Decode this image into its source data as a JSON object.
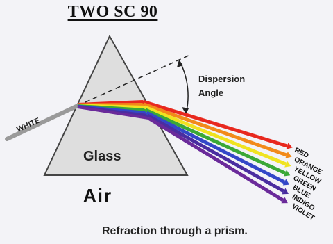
{
  "title": "TWO SC 90",
  "labels": {
    "incident": "WHITE",
    "prism": "Glass",
    "medium": "Air",
    "dispersion_line1": "Dispersion",
    "dispersion_line2": "Angle"
  },
  "spectrum": [
    {
      "name": "RED",
      "color": "#e8281e"
    },
    {
      "name": "ORANGE",
      "color": "#f28a1a"
    },
    {
      "name": "YELLOW",
      "color": "#f0e320"
    },
    {
      "name": "GREEN",
      "color": "#3aa837"
    },
    {
      "name": "BLUE",
      "color": "#3347c8"
    },
    {
      "name": "INDIGO",
      "color": "#4a2da0"
    },
    {
      "name": "VIOLET",
      "color": "#6a2a9a"
    }
  ],
  "caption": "Refraction through a prism."
}
